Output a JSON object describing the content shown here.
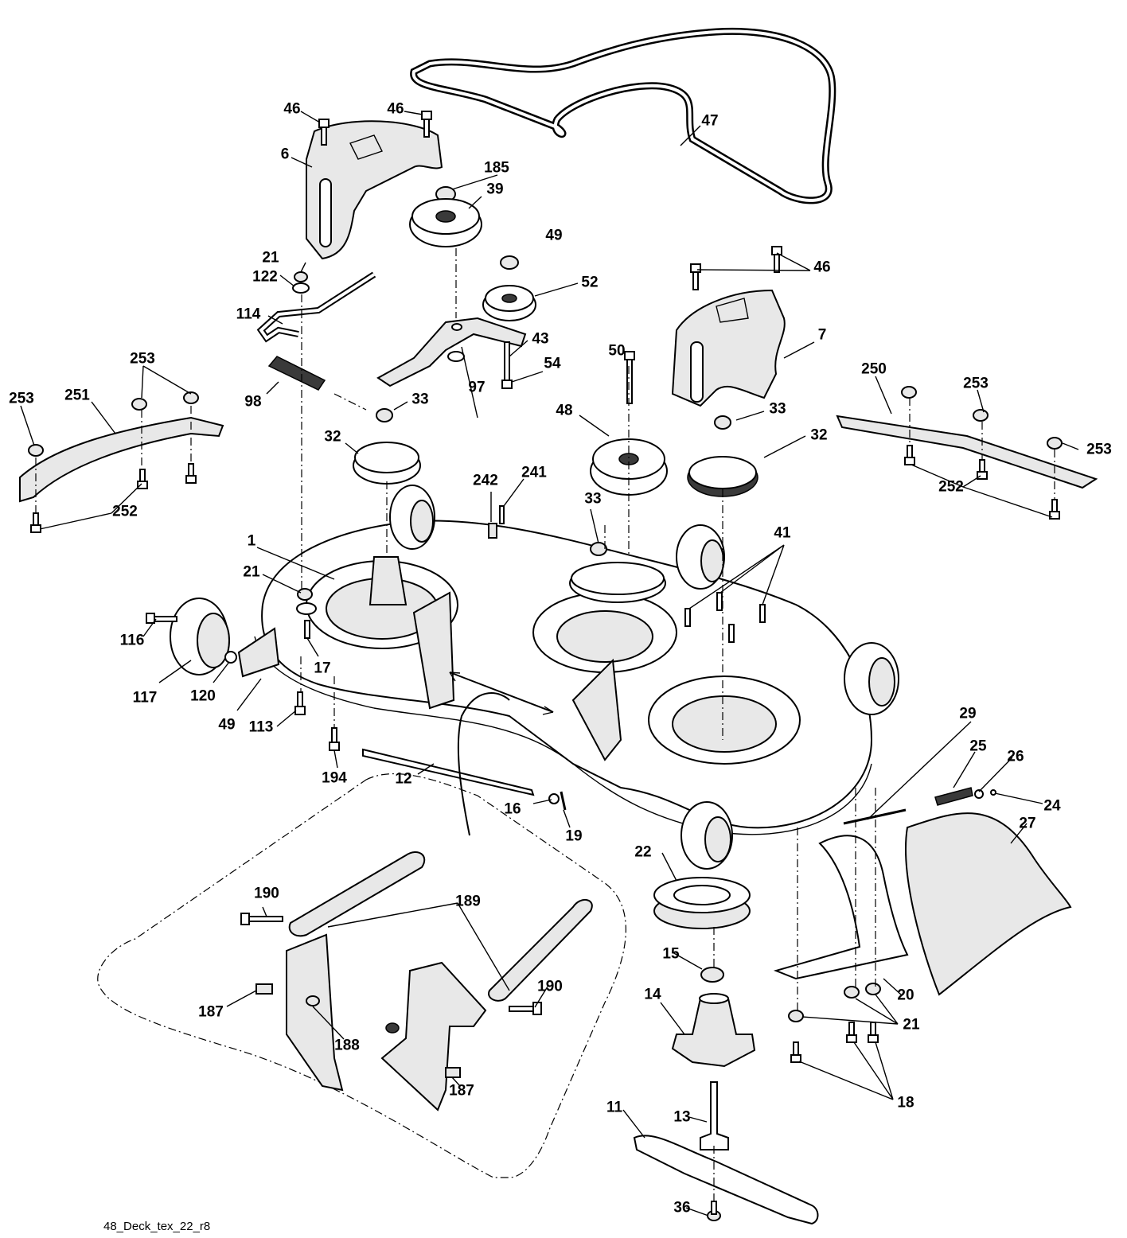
{
  "diagram": {
    "caption": "48_Deck_tex_22_r8",
    "labels": [
      {
        "id": "46a",
        "text": "46"
      },
      {
        "id": "46b",
        "text": "46"
      },
      {
        "id": "47",
        "text": "47"
      },
      {
        "id": "6",
        "text": "6"
      },
      {
        "id": "185",
        "text": "185"
      },
      {
        "id": "39",
        "text": "39"
      },
      {
        "id": "49a",
        "text": "49"
      },
      {
        "id": "46c",
        "text": "46"
      },
      {
        "id": "21a",
        "text": "21"
      },
      {
        "id": "122",
        "text": "122"
      },
      {
        "id": "52",
        "text": "52"
      },
      {
        "id": "114",
        "text": "114"
      },
      {
        "id": "43",
        "text": "43"
      },
      {
        "id": "7",
        "text": "7"
      },
      {
        "id": "50",
        "text": "50"
      },
      {
        "id": "54",
        "text": "54"
      },
      {
        "id": "253a",
        "text": "253"
      },
      {
        "id": "97",
        "text": "97"
      },
      {
        "id": "250",
        "text": "250"
      },
      {
        "id": "253b",
        "text": "253"
      },
      {
        "id": "251",
        "text": "251"
      },
      {
        "id": "98",
        "text": "98"
      },
      {
        "id": "33a",
        "text": "33"
      },
      {
        "id": "48",
        "text": "48"
      },
      {
        "id": "33b",
        "text": "33"
      },
      {
        "id": "253c",
        "text": "253"
      },
      {
        "id": "32a",
        "text": "32"
      },
      {
        "id": "32b",
        "text": "32"
      },
      {
        "id": "253d",
        "text": "253"
      },
      {
        "id": "242",
        "text": "242"
      },
      {
        "id": "241",
        "text": "241"
      },
      {
        "id": "252a",
        "text": "252"
      },
      {
        "id": "252b",
        "text": "252"
      },
      {
        "id": "33c",
        "text": "33"
      },
      {
        "id": "41",
        "text": "41"
      },
      {
        "id": "1",
        "text": "1"
      },
      {
        "id": "21b",
        "text": "21"
      },
      {
        "id": "116",
        "text": "116"
      },
      {
        "id": "17",
        "text": "17"
      },
      {
        "id": "117",
        "text": "117"
      },
      {
        "id": "120",
        "text": "120"
      },
      {
        "id": "49b",
        "text": "49"
      },
      {
        "id": "113",
        "text": "113"
      },
      {
        "id": "29",
        "text": "29"
      },
      {
        "id": "25",
        "text": "25"
      },
      {
        "id": "26",
        "text": "26"
      },
      {
        "id": "194",
        "text": "194"
      },
      {
        "id": "12",
        "text": "12"
      },
      {
        "id": "24",
        "text": "24"
      },
      {
        "id": "16",
        "text": "16"
      },
      {
        "id": "19",
        "text": "19"
      },
      {
        "id": "27",
        "text": "27"
      },
      {
        "id": "22",
        "text": "22"
      },
      {
        "id": "190a",
        "text": "190"
      },
      {
        "id": "189",
        "text": "189"
      },
      {
        "id": "15",
        "text": "15"
      },
      {
        "id": "190b",
        "text": "190"
      },
      {
        "id": "20",
        "text": "20"
      },
      {
        "id": "187a",
        "text": "187"
      },
      {
        "id": "14",
        "text": "14"
      },
      {
        "id": "21c",
        "text": "21"
      },
      {
        "id": "188",
        "text": "188"
      },
      {
        "id": "187b",
        "text": "187"
      },
      {
        "id": "18",
        "text": "18"
      },
      {
        "id": "13",
        "text": "13"
      },
      {
        "id": "11",
        "text": "11"
      },
      {
        "id": "36",
        "text": "36"
      }
    ]
  }
}
